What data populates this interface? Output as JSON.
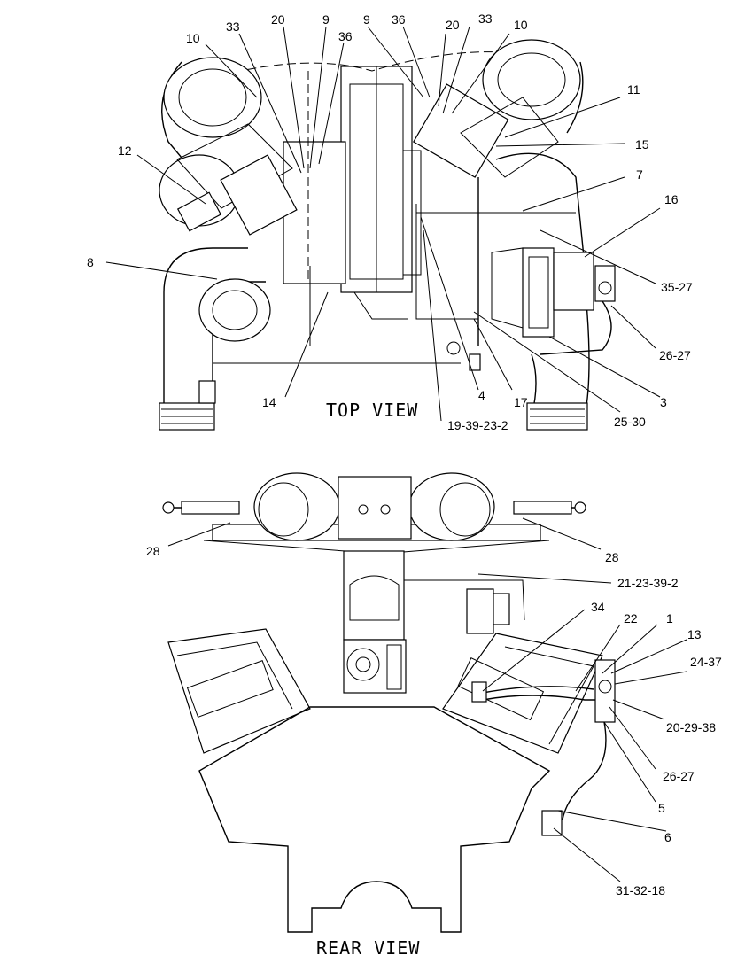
{
  "views": {
    "top": {
      "title": "TOP VIEW"
    },
    "rear": {
      "title": "REAR VIEW"
    }
  },
  "callouts": {
    "top": [
      "10",
      "33",
      "20",
      "9",
      "36",
      "9",
      "36",
      "20",
      "33",
      "10",
      "11",
      "15",
      "12",
      "7",
      "16",
      "8",
      "35-27",
      "26-27",
      "14",
      "4",
      "17",
      "3",
      "19-39-23-2",
      "25-30"
    ],
    "rear": [
      "28",
      "28",
      "21-23-39-2",
      "34",
      "22",
      "1",
      "13",
      "24-37",
      "20-29-38",
      "26-27",
      "5",
      "6",
      "31-32-18"
    ]
  }
}
